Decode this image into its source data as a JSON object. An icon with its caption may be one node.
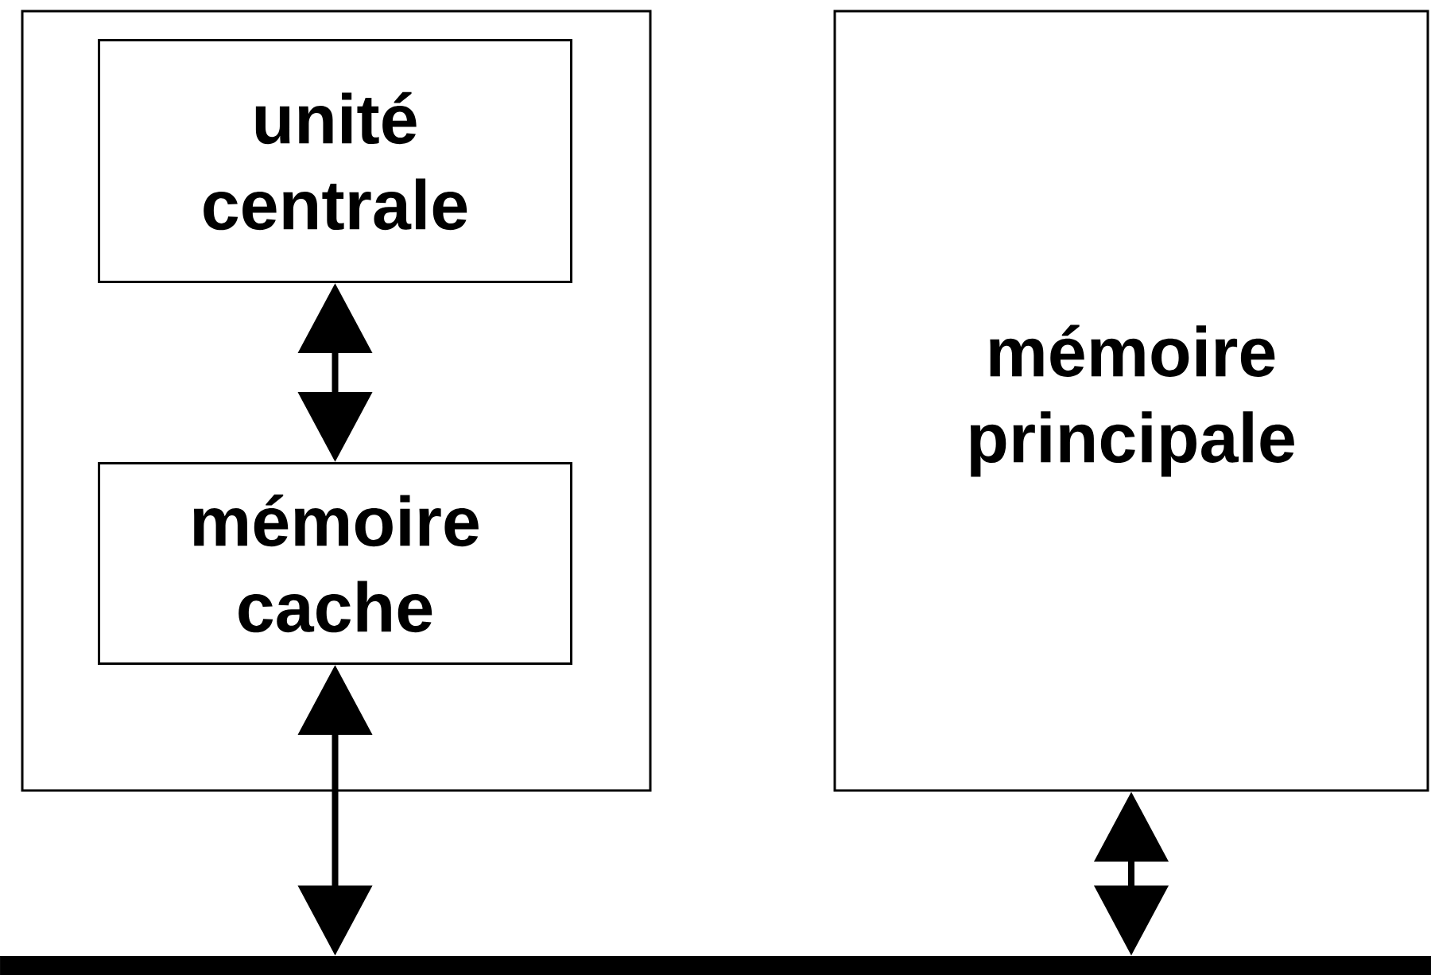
{
  "diagram": {
    "nodes": [
      {
        "text": [],
        "shape": "box"
      },
      {
        "text": [
          "unité centrale"
        ],
        "in": 0
      },
      {
        "text": [
          "mémoire cache"
        ],
        "in": 0
      },
      {
        "text": [
          "mémoire principale"
        ]
      },
      {
        "text": [],
        "shape": "bar"
      }
    ],
    "edges": [
      {
        "from": 1,
        "to": 2,
        "arrow": "both"
      },
      {
        "from": 2,
        "to": 4,
        "arrow": "both"
      },
      {
        "from": 3,
        "to": 4,
        "arrow": "both"
      }
    ]
  }
}
